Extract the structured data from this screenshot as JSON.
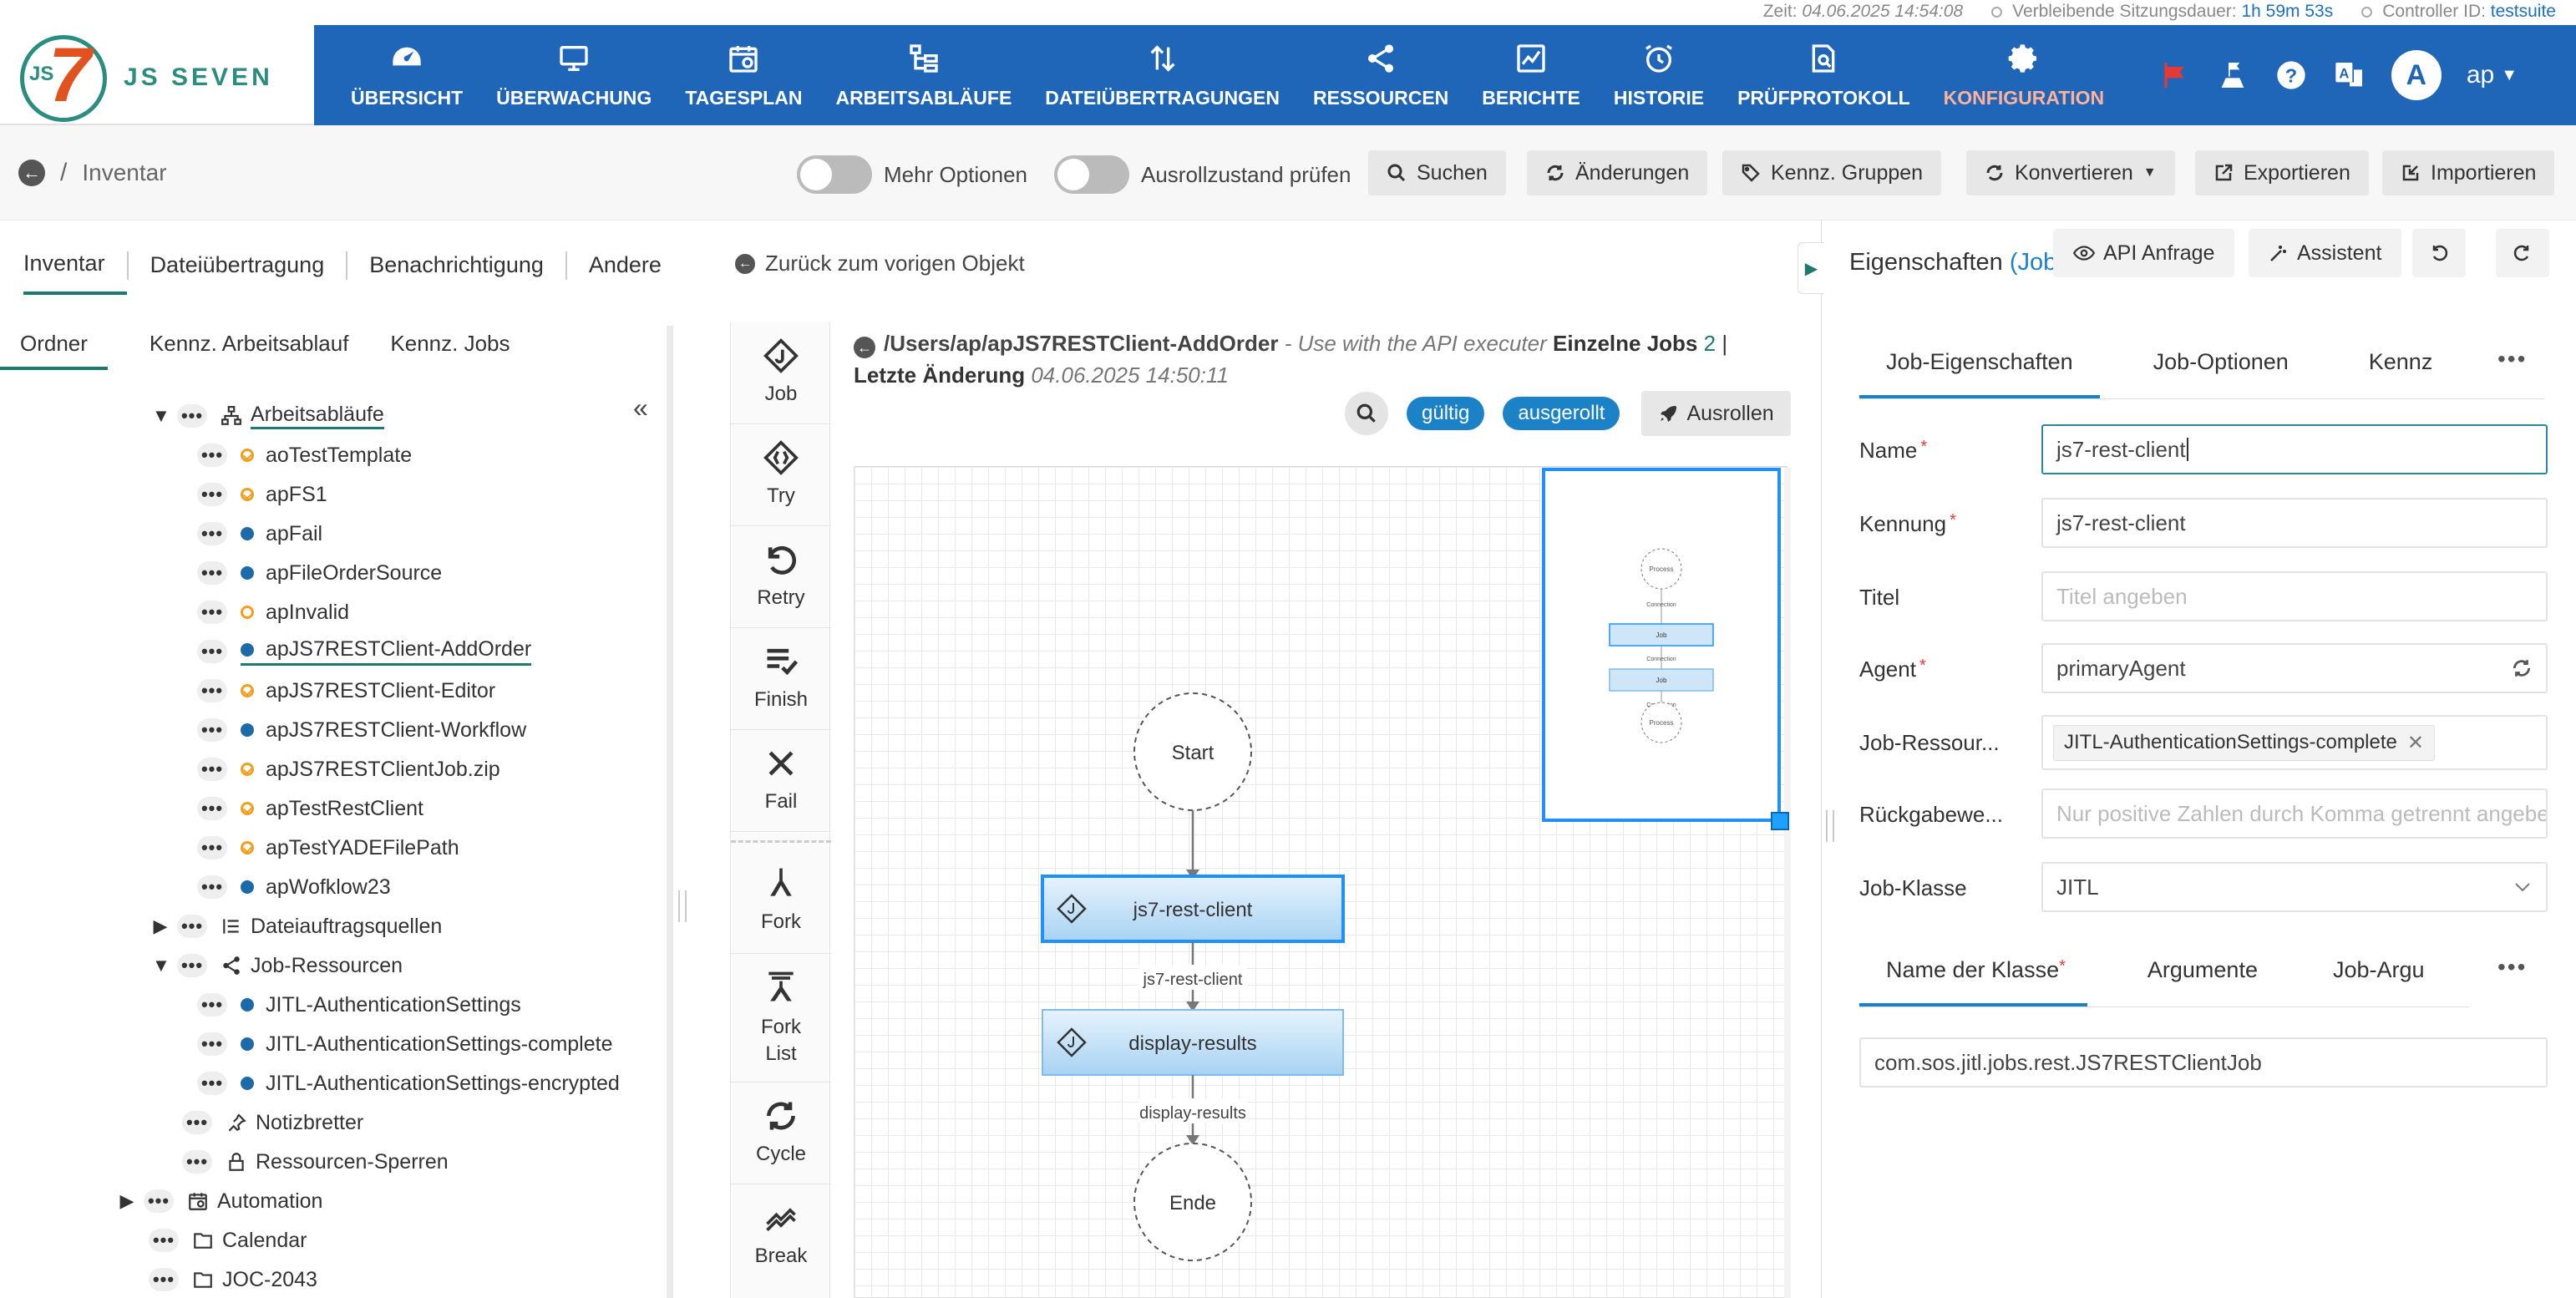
{
  "status": {
    "time_label": "Zeit:",
    "time_value": "04.06.2025 14:54:08",
    "session_label": "Verbleibende Sitzungsdauer:",
    "session_value": "1h 59m 53s",
    "controller_label": "Controller ID:",
    "controller_value": "testsuite"
  },
  "logo": {
    "mark": "7",
    "mark_small": "JS",
    "brand": "JS SEVEN"
  },
  "nav": [
    {
      "label": "ÜBERSICHT",
      "icon": "dashboard-icon"
    },
    {
      "label": "ÜBERWACHUNG",
      "icon": "monitor-icon"
    },
    {
      "label": "TAGESPLAN",
      "icon": "calendar-icon"
    },
    {
      "label": "ARBEITSABLÄUFE",
      "icon": "workflow-icon"
    },
    {
      "label": "DATEIÜBERTRAGUNGEN",
      "icon": "transfer-icon"
    },
    {
      "label": "RESSOURCEN",
      "icon": "share-icon"
    },
    {
      "label": "BERICHTE",
      "icon": "chart-icon"
    },
    {
      "label": "HISTORIE",
      "icon": "alarm-icon"
    },
    {
      "label": "PRÜFPROTOKOLL",
      "icon": "audit-icon"
    },
    {
      "label": "KONFIGURATION",
      "icon": "gear-icon",
      "active": true
    }
  ],
  "user": {
    "initial": "A",
    "name": "ap"
  },
  "toolbar": {
    "breadcrumb": "Inventar",
    "more_options": "Mehr Optionen",
    "check_rollout": "Ausrollzustand prüfen",
    "search": "Suchen",
    "changes": "Änderungen",
    "tag_groups": "Kennz. Gruppen",
    "convert": "Konvertieren",
    "export": "Exportieren",
    "import": "Importieren"
  },
  "main_tabs": [
    "Inventar",
    "Dateiübertragung",
    "Benachrichtigung",
    "Andere"
  ],
  "back_link": "Zurück zum vorigen Objekt",
  "sub_tabs": [
    "Ordner",
    "Kennz. Arbeitsablauf",
    "Kennz. Jobs"
  ],
  "tree": {
    "workflows": "Arbeitsabläufe",
    "items": [
      {
        "label": "aoTestTemplate",
        "state": "warn-check"
      },
      {
        "label": "apFS1",
        "state": "warn-check"
      },
      {
        "label": "apFail",
        "state": "deployed"
      },
      {
        "label": "apFileOrderSource",
        "state": "deployed"
      },
      {
        "label": "apInvalid",
        "state": "warn"
      },
      {
        "label": "apJS7RESTClient-AddOrder",
        "state": "deployed"
      },
      {
        "label": "apJS7RESTClient-Editor",
        "state": "warn-check"
      },
      {
        "label": "apJS7RESTClient-Workflow",
        "state": "deployed"
      },
      {
        "label": "apJS7RESTClientJob.zip",
        "state": "warn-check"
      },
      {
        "label": "apTestRestClient",
        "state": "warn-check"
      },
      {
        "label": "apTestYADEFilePath",
        "state": "warn-check"
      },
      {
        "label": "apWofklow23",
        "state": "deployed"
      }
    ],
    "file_order_sources": "Dateiauftragsquellen",
    "job_resources": "Job-Ressourcen",
    "job_resource_items": [
      "JITL-AuthenticationSettings",
      "JITL-AuthenticationSettings-complete",
      "JITL-AuthenticationSettings-encrypted"
    ],
    "boards": "Notizbretter",
    "locks": "Ressourcen-Sperren",
    "automation": "Automation",
    "calendar": "Calendar",
    "joc": "JOC-2043"
  },
  "palette": [
    "Job",
    "Try",
    "Retry",
    "Finish",
    "Fail",
    "Fork",
    "Fork List",
    "Cycle",
    "Break"
  ],
  "workflow": {
    "path": "/Users/ap/apJS7RESTClient-AddOrder",
    "description": "- Use with the API executer",
    "single_jobs_label": "Einzelne Jobs",
    "single_jobs_count": "2",
    "separator": "|",
    "last_change_label": "Letzte Änderung",
    "last_change_value": "04.06.2025 14:50:11",
    "valid": "gültig",
    "deployed": "ausgerollt",
    "deploy": "Ausrollen",
    "start": "Start",
    "job1": "js7-rest-client",
    "conn1": "js7-rest-client",
    "job2": "display-results",
    "conn2": "display-results",
    "end": "Ende",
    "minimap": {
      "start": "Process",
      "conn": "Connection",
      "job": "Job",
      "end": "Process"
    }
  },
  "properties": {
    "title": "Eigenschaften",
    "title_paren": "(Job",
    "api_request": "API Anfrage",
    "assistant": "Assistent",
    "tabs": [
      "Job-Eigenschaften",
      "Job-Optionen",
      "Kennz"
    ],
    "fields": {
      "name_label": "Name",
      "name_value": "js7-rest-client",
      "id_label": "Kennung",
      "id_value": "js7-rest-client",
      "title_label": "Titel",
      "title_placeholder": "Titel angeben",
      "agent_label": "Agent",
      "agent_value": "primaryAgent",
      "resources_label": "Job-Ressour...",
      "resources_tag": "JITL-AuthenticationSettings-complete",
      "return_label": "Rückgabewe...",
      "return_placeholder": "Nur positive Zahlen durch Komma getrennt angeben",
      "class_label": "Job-Klasse",
      "class_value": "JITL"
    },
    "sub_tabs": [
      "Name der Klasse",
      "Argumente",
      "Job-Argu"
    ],
    "class_name": "com.sos.jitl.jobs.rest.JS7RESTClientJob"
  }
}
